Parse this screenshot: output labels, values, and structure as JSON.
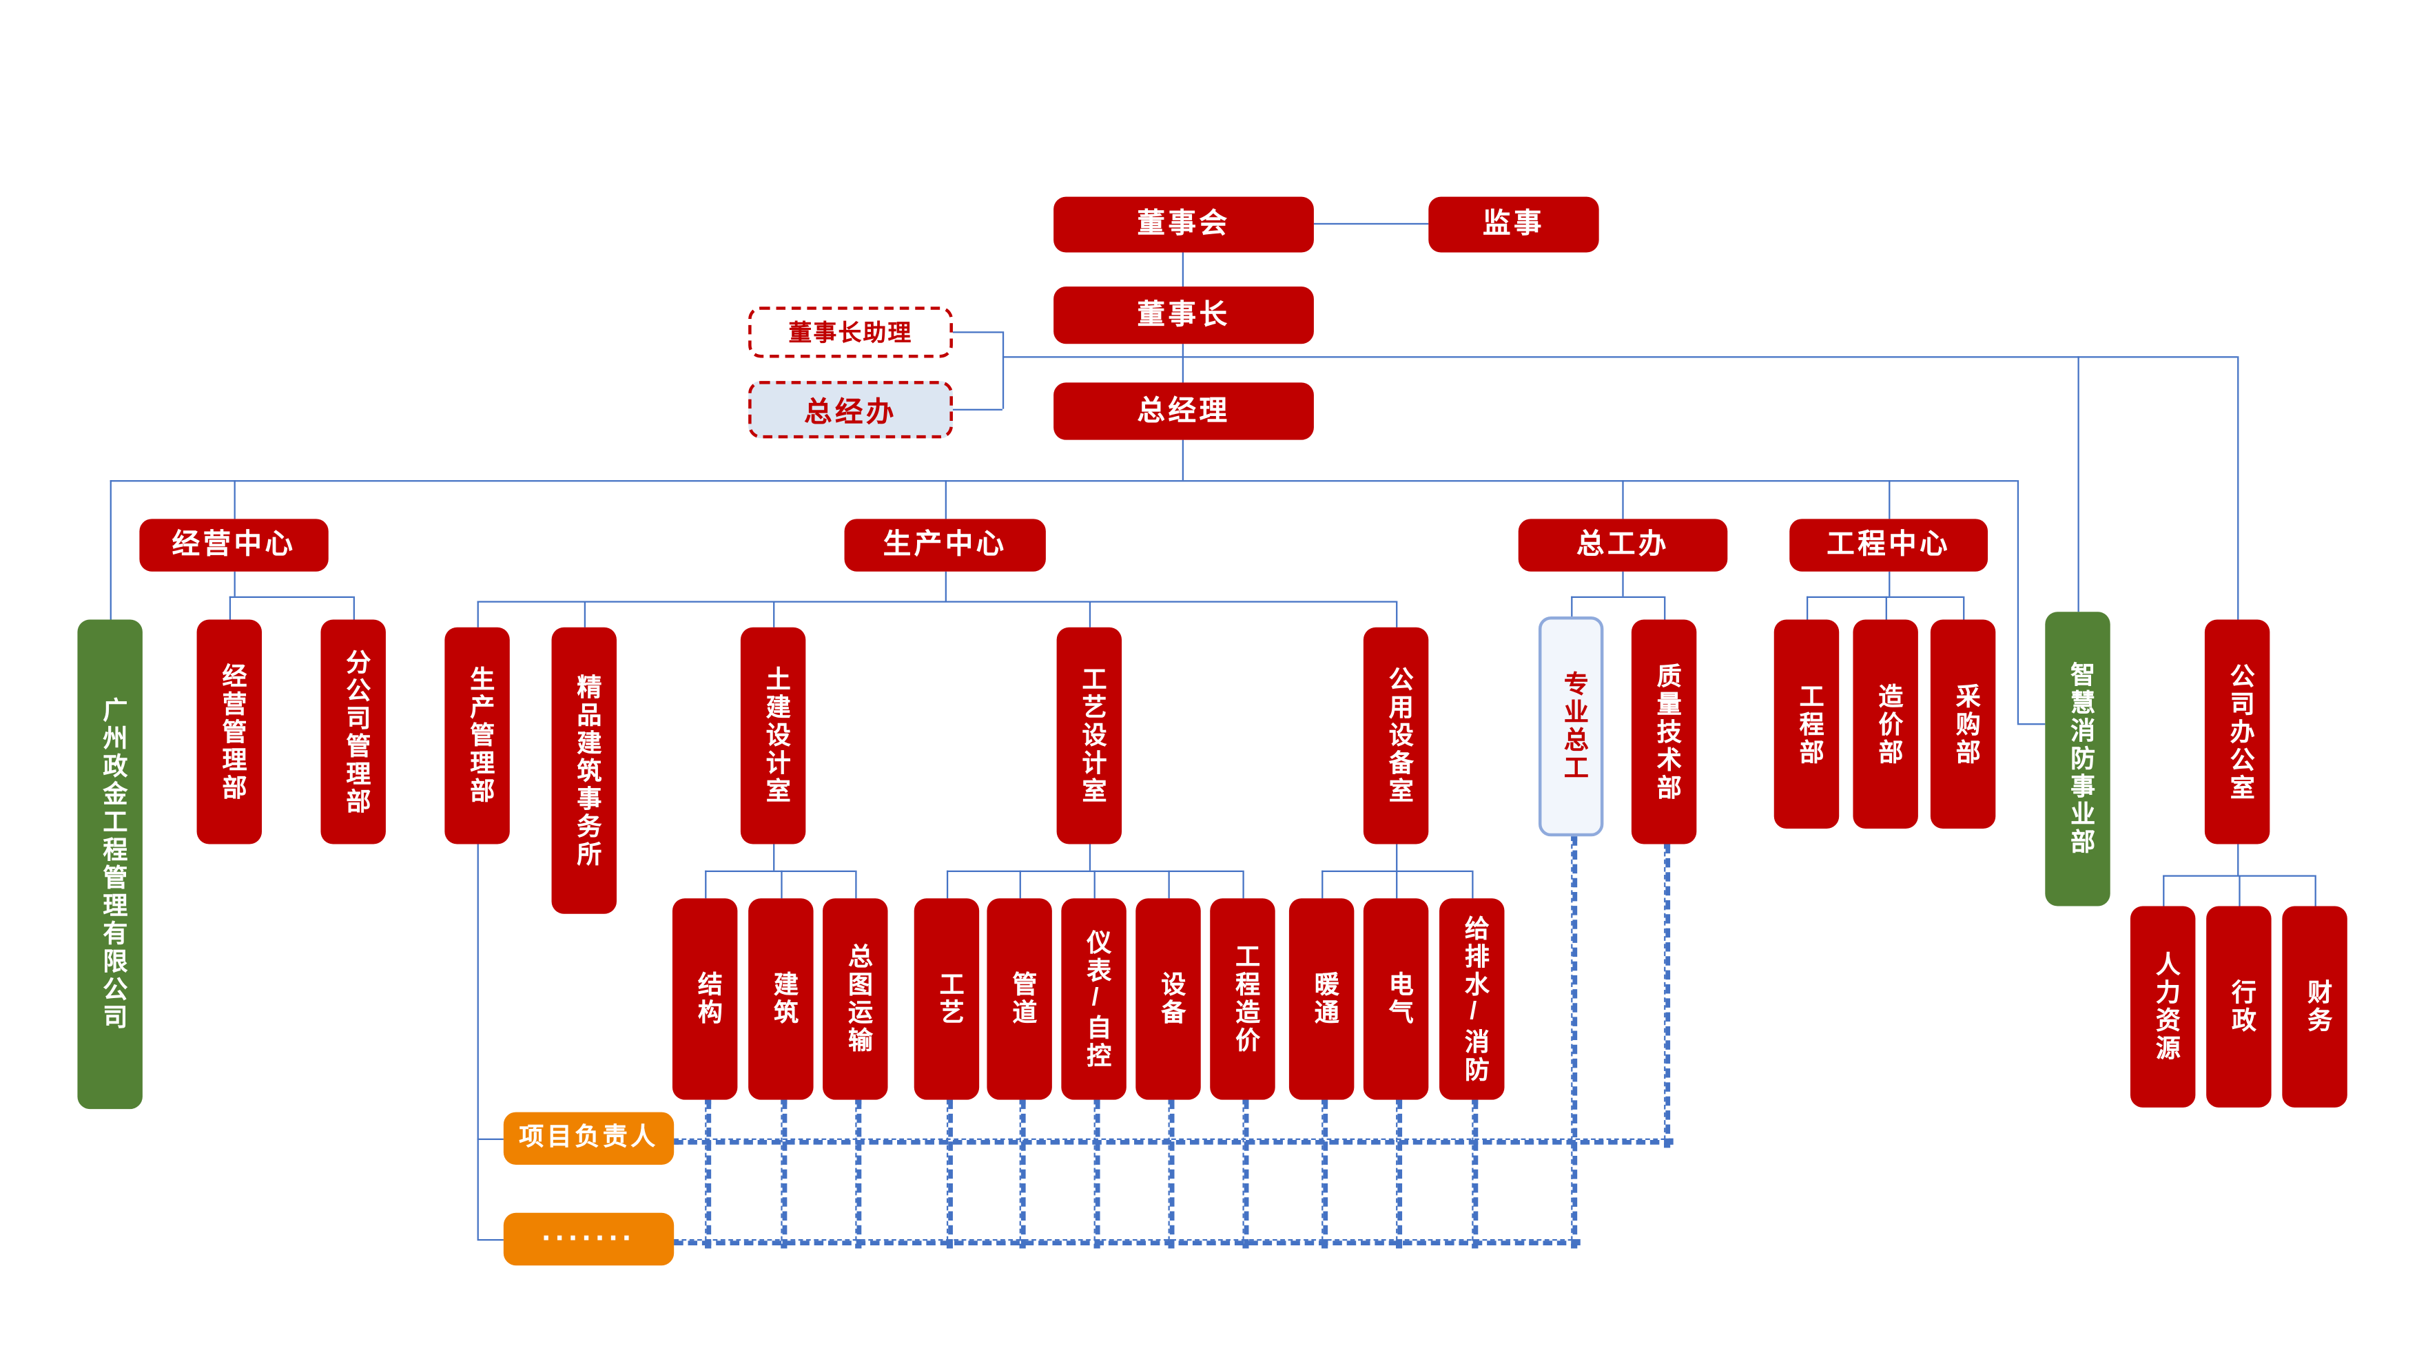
{
  "colors": {
    "box_red": "#C00000",
    "box_green": "#538135",
    "box_orange": "#EF8200",
    "connector_blue": "#4472C4",
    "gm_office_bg": "#DCE6F2",
    "professional_chief_bg": "#F2F6FC",
    "professional_chief_border": "#8FAADC"
  },
  "org": {
    "top": {
      "board": "董事会",
      "supervisor": "监事",
      "chairman": "董事长",
      "chairman_assistant": "董事长助理",
      "gm_office": "总经办",
      "general_manager": "总经理"
    },
    "centers": {
      "business_center": "经营中心",
      "production_center": "生产中心",
      "chief_engineer_office": "总工办",
      "engineering_center": "工程中心"
    },
    "departments": {
      "company": "广州政金工程管理有限公司",
      "business_mgmt": "经营管理部",
      "branch_mgmt": "分公司管理部",
      "production_mgmt": "生产管理部",
      "premium_architecture": "精品建筑事务所",
      "civil_design": "土建设计室",
      "process_design": "工艺设计室",
      "utility_equipment": "公用设备室",
      "professional_chief": "专业总工",
      "quality_tech": "质量技术部",
      "engineering_dept": "工程部",
      "cost_dept": "造价部",
      "procurement_dept": "采购部",
      "smart_fire": "智慧消防事业部",
      "company_office": "公司办公室"
    },
    "teams": {
      "structure": "结构",
      "architecture": "建筑",
      "general_layout": "总图运输",
      "process": "工艺",
      "piping": "管道",
      "instrument": "仪表/自控",
      "equipment": "设备",
      "engineering_cost": "工程造价",
      "hvac": "暖通",
      "electrical": "电气",
      "plumbing_fire": "给排水/消防",
      "hr": "人力资源",
      "admin": "行政",
      "finance": "财务"
    },
    "project": {
      "leader": "项目负责人",
      "more": "·······"
    }
  }
}
